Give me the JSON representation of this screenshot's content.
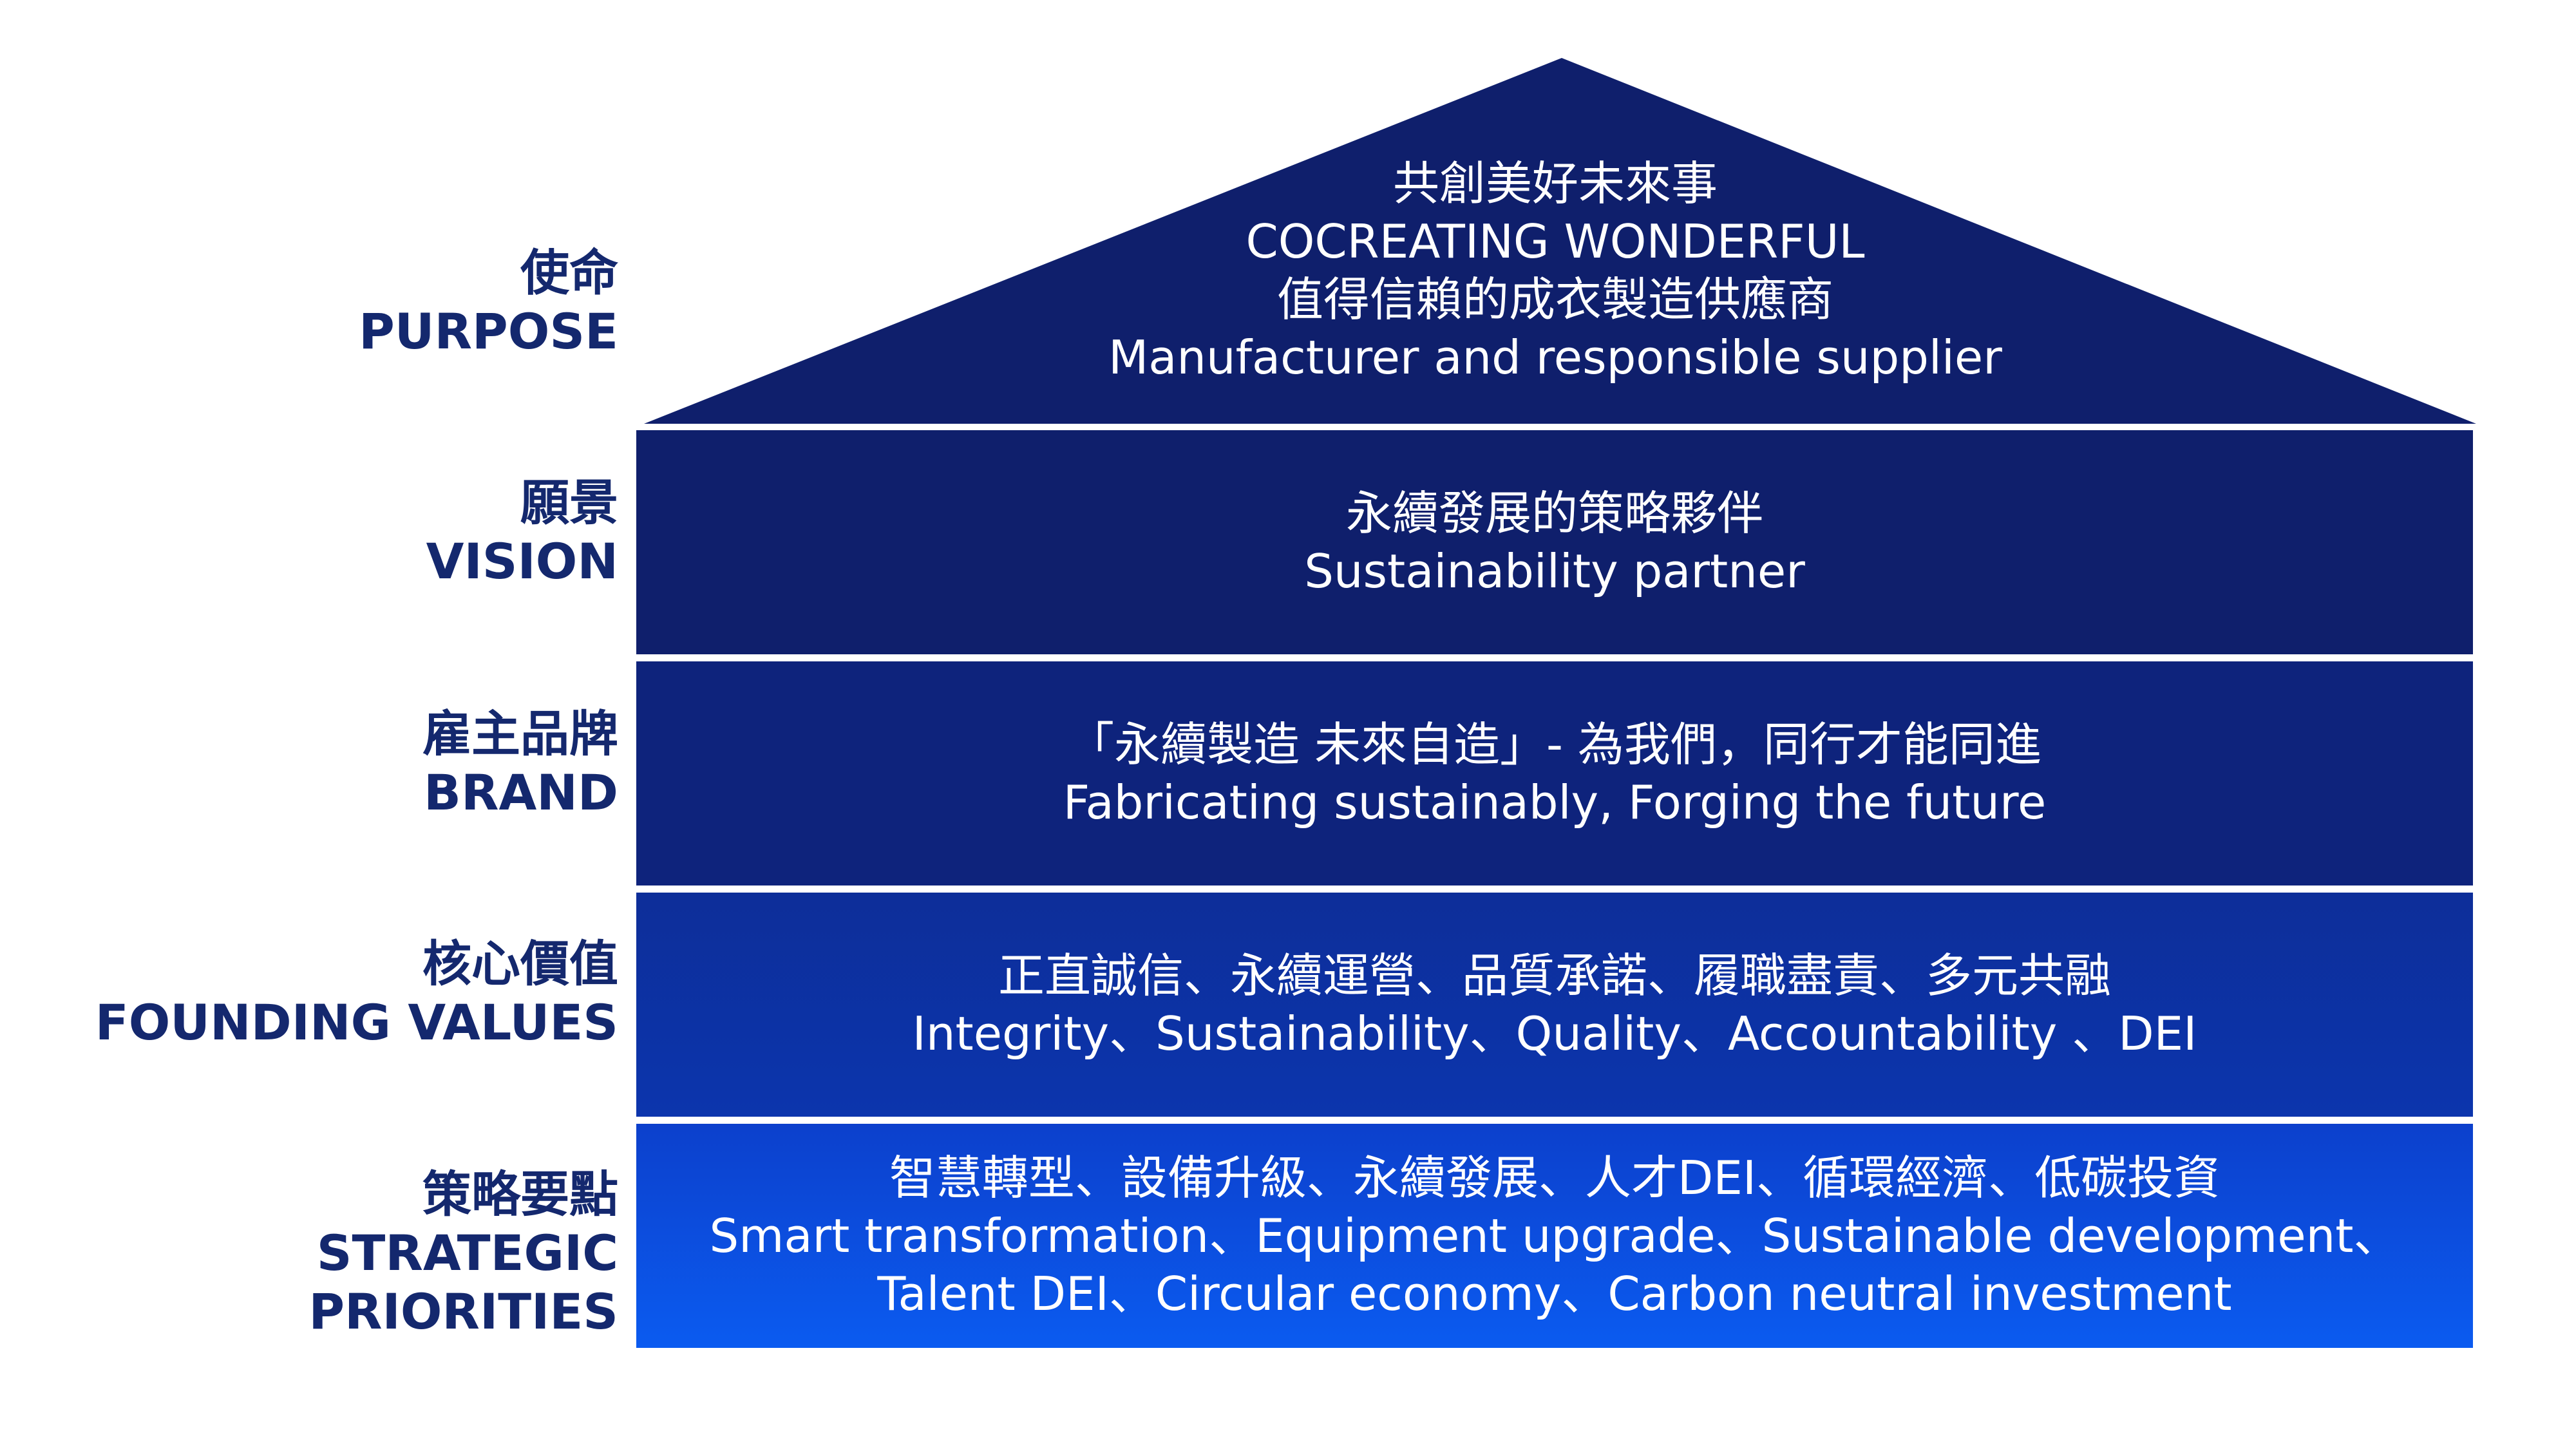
{
  "purpose": {
    "label_zh": "使命",
    "label_en": "PURPOSE",
    "line1": "共創美好未來事",
    "line2": "COCREATING WONDERFUL",
    "line3": "值得信賴的成衣製造供應商",
    "line4": "Manufacturer and responsible supplier"
  },
  "vision": {
    "label_zh": "願景",
    "label_en": "VISION",
    "line1": "永續發展的策略夥伴",
    "line2": "Sustainability partner"
  },
  "brand": {
    "label_zh": "雇主品牌",
    "label_en": "BRAND",
    "line1": "「永續製造  未來自造」- 為我們，同行才能同進",
    "line2": "Fabricating sustainably, Forging the future"
  },
  "values": {
    "label_zh": "核心價值",
    "label_en": "FOUNDING VALUES",
    "line1": "正直誠信、永續運營、品質承諾、履職盡責、多元共融",
    "line2": "Integrity、Sustainability、Quality、Accountability 、DEI"
  },
  "strategy": {
    "label_zh": "策略要點",
    "label_en": "STRATEGIC PRIORITIES",
    "line1": "智慧轉型、設備升級、永續發展、人才DEI、循環經濟、低碳投資",
    "line2": "Smart transformation、Equipment upgrade、Sustainable development、",
    "line3": "Talent DEI、Circular economy、Carbon neutral investment"
  },
  "colors": {
    "roof": "#0f1f6c",
    "label_text": "#14286e",
    "layer_text": "#ffffff"
  }
}
